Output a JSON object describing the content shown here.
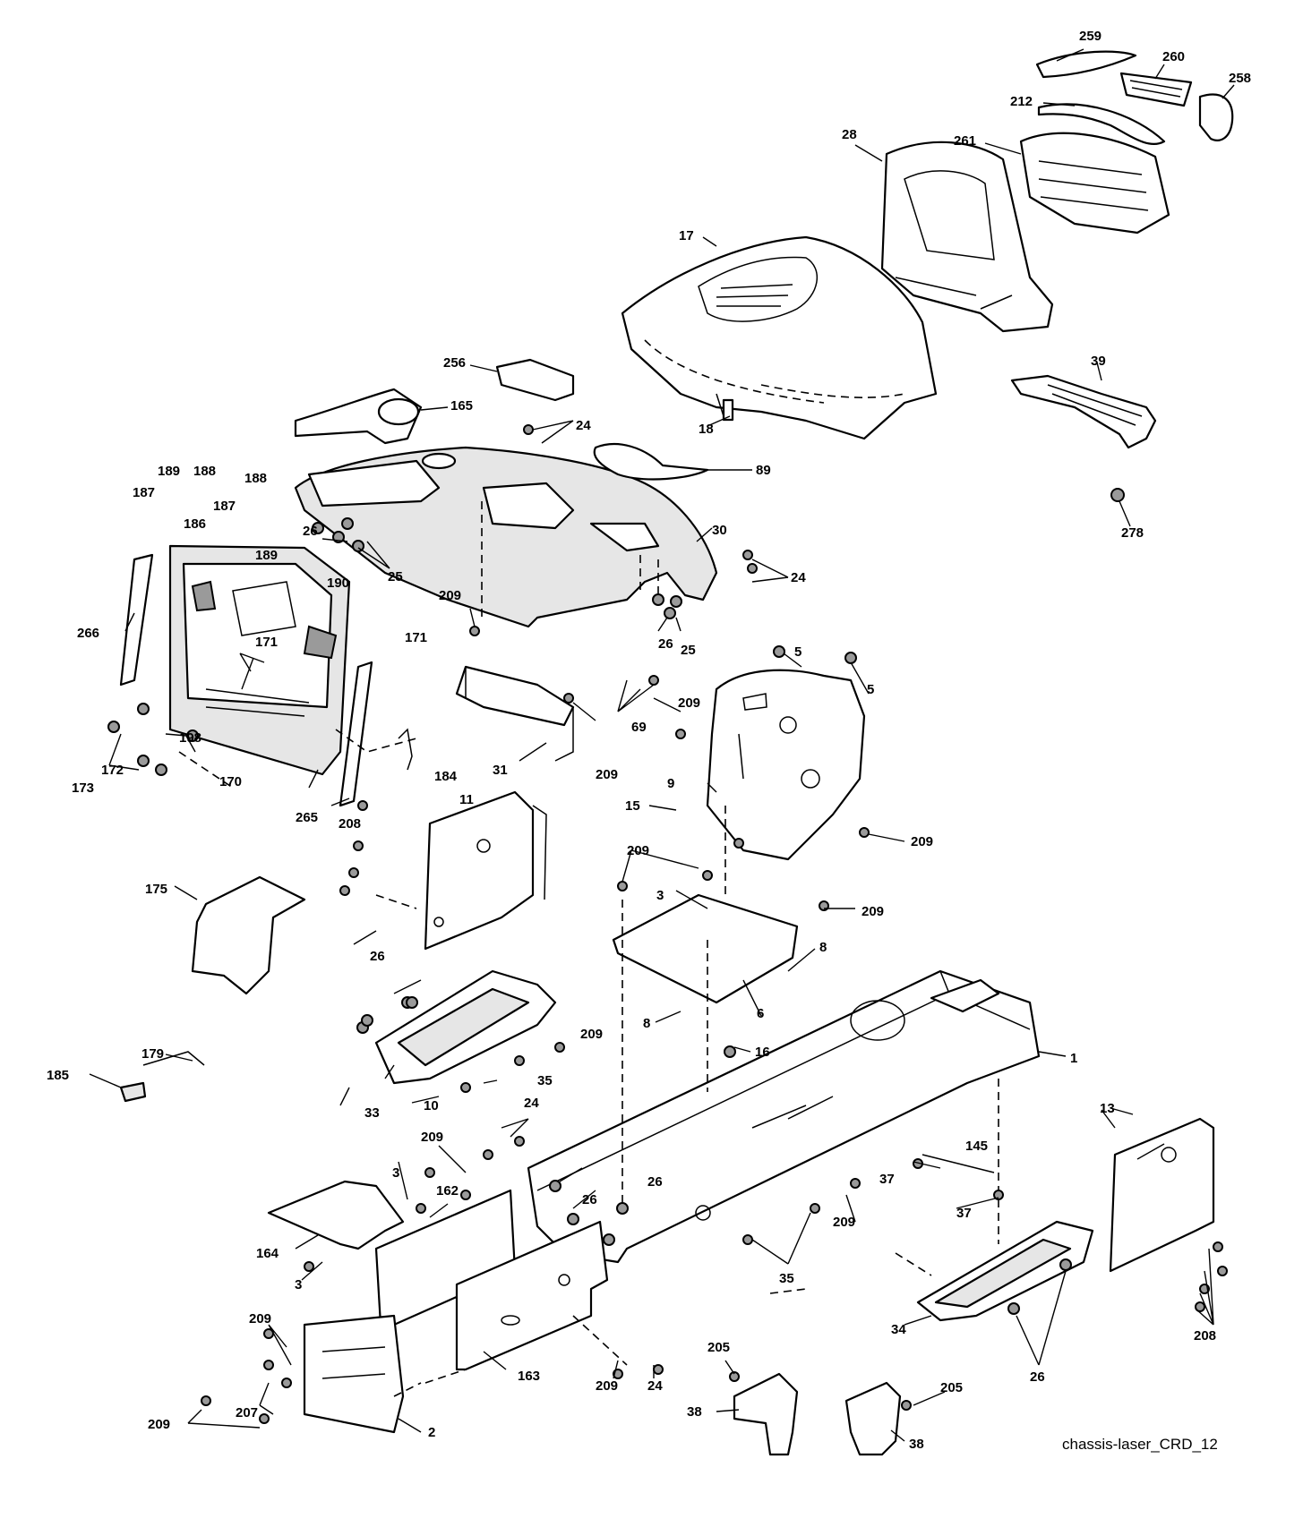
{
  "diagram": {
    "caption": "chassis-laser_CRD_12",
    "part_numbers": [
      "1",
      "2",
      "3",
      "5",
      "6",
      "8",
      "9",
      "10",
      "11",
      "13",
      "15",
      "16",
      "17",
      "18",
      "24",
      "25",
      "26",
      "28",
      "30",
      "31",
      "33",
      "34",
      "35",
      "37",
      "38",
      "39",
      "69",
      "89",
      "145",
      "162",
      "163",
      "164",
      "165",
      "170",
      "171",
      "172",
      "173",
      "175",
      "179",
      "184",
      "185",
      "186",
      "187",
      "188",
      "189",
      "190",
      "198",
      "205",
      "207",
      "208",
      "209",
      "212",
      "256",
      "258",
      "259",
      "260",
      "261",
      "265",
      "266",
      "278"
    ]
  }
}
